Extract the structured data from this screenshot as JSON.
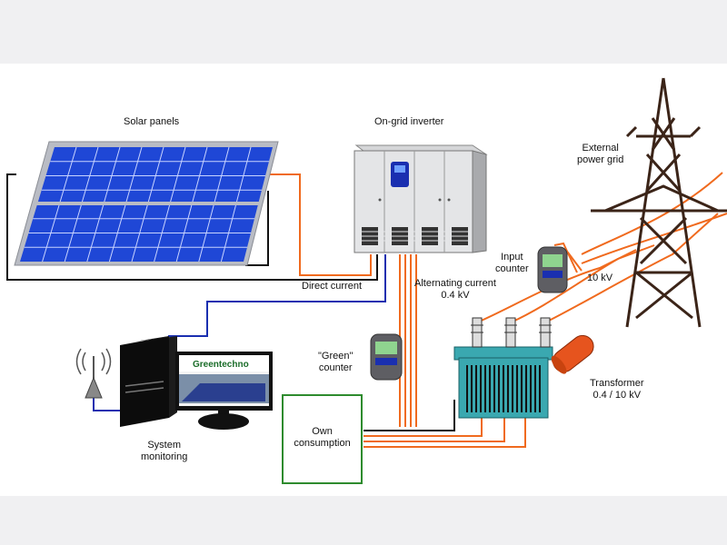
{
  "labels": {
    "solar_panels": "Solar panels",
    "inverter": "On-grid inverter",
    "external_grid_line1": "External",
    "external_grid_line2": "power grid",
    "input_counter_line1": "Input",
    "input_counter_line2": "counter",
    "voltage_10kv": "10 kV",
    "direct_current": "Direct current",
    "alternating_current_line1": "Alternating current",
    "alternating_current_line2": "0.4 kV",
    "green_counter_line1": "\"Green\"",
    "green_counter_line2": "counter",
    "transformer_line1": "Transformer",
    "transformer_line2": "0.4 / 10 kV",
    "system_monitoring_line1": "System",
    "system_monitoring_line2": "monitoring",
    "own_consumption_line1": "Own",
    "own_consumption_line2": "consumption",
    "monitor_brand": "Greentechno"
  },
  "colors": {
    "panel_cell": "#1f47d6",
    "panel_frame": "#b9bcc4",
    "dc_wire": "#f06a1e",
    "ac_wire": "#f06a1e",
    "data_wire": "#1a2fb0",
    "black_wire": "#111111",
    "consumption_box": "#2e8b2e",
    "transformer_body": "#3aa8b0"
  }
}
